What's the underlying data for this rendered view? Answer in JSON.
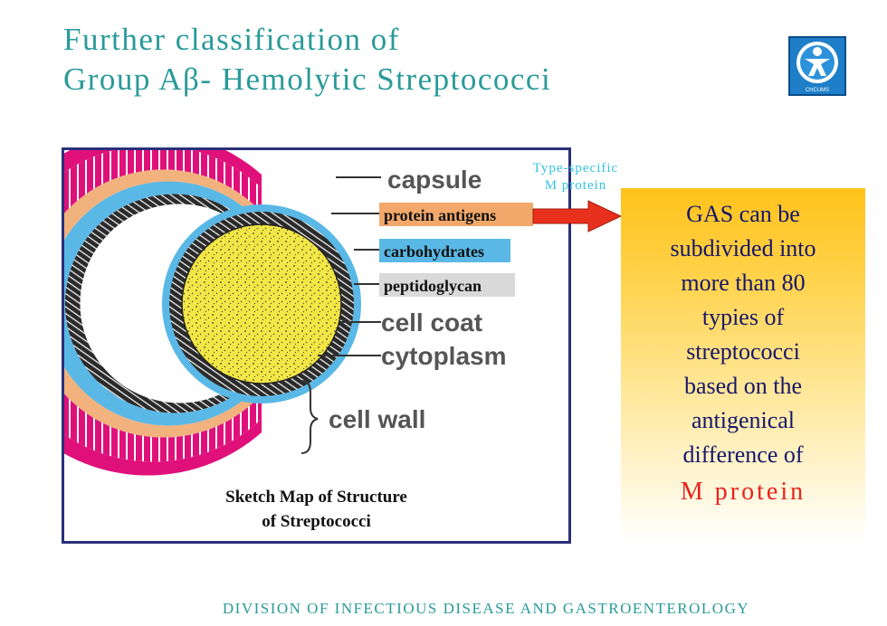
{
  "title": {
    "line1": "Further classification of",
    "line2": "Group Aβ- Hemolytic Streptococci"
  },
  "logo": {
    "text": "CHCUMS"
  },
  "diagram": {
    "labels": {
      "capsule": "capsule",
      "protein_antigens": "protein antigens",
      "carbohydrates": "carbohydrates",
      "peptidoglycan": "peptidoglycan",
      "cell_coat": "cell coat",
      "cytoplasm": "cytoplasm",
      "cell_wall": "cell wall"
    },
    "caption": {
      "line1": "Sketch Map of Structure",
      "line2": "of Streptococci"
    },
    "colors": {
      "capsule": "#e0107a",
      "protein": "#f2b27e",
      "carbohydrate": "#5ab8e6",
      "peptidoglycan": "#2b2b2b",
      "cytoplasm": "#f2e646",
      "arrow": "#e8311c",
      "frame": "#2a2f7a"
    }
  },
  "annotation": {
    "line1": "Type-specific",
    "line2": "M protein"
  },
  "callout": {
    "lines": [
      "GAS can be",
      "subdivided into",
      "more than 80",
      "typies of",
      "streptococci",
      "based on the",
      "antigenical",
      "difference of"
    ],
    "highlight": "M protein"
  },
  "footer": "DIVISION OF INFECTIOUS  DISEASE  AND GASTROENTEROLOGY"
}
